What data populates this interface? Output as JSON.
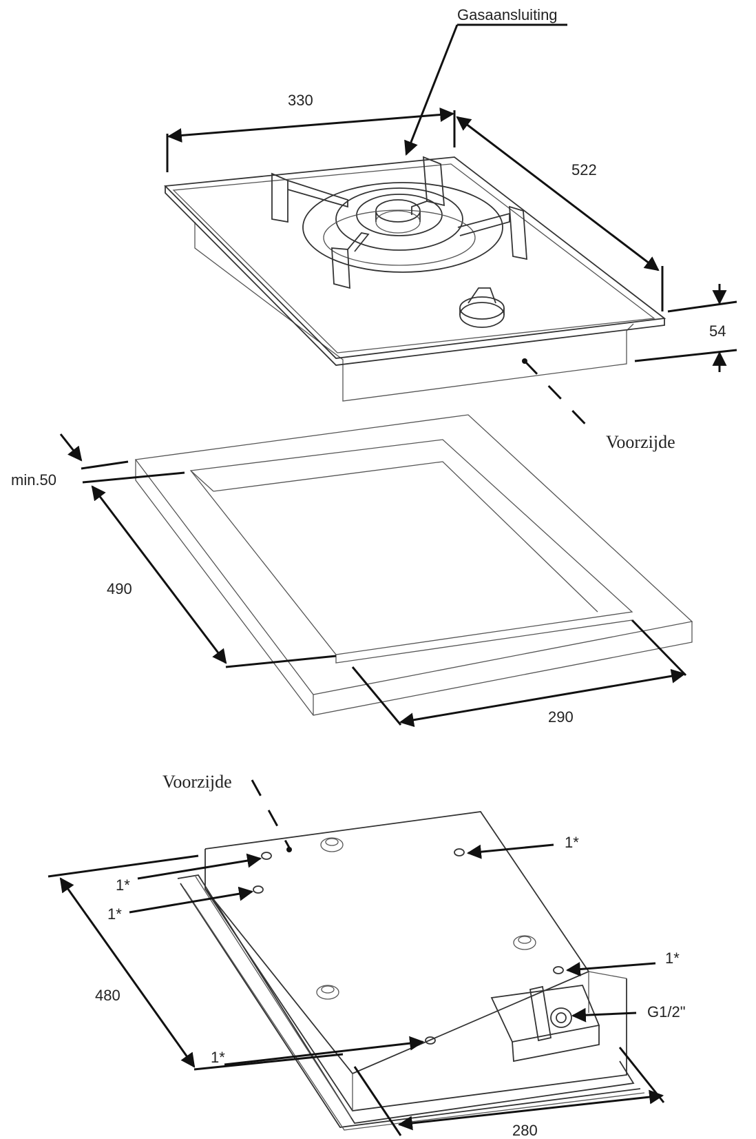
{
  "labels": {
    "gas_connection": "Gasaansluiting",
    "dim_width_top": "330",
    "dim_depth_top": "522",
    "dim_height": "54",
    "front_top": "Voorzijde",
    "dim_min": "min.50",
    "dim_cutout_depth": "490",
    "dim_cutout_width": "290",
    "front_bottom": "Voorzijde",
    "fix_1": "1*",
    "fix_2": "1*",
    "fix_3": "1*",
    "fix_4": "1*",
    "fix_5": "1*",
    "gas_thread": "G1/2\"",
    "dim_bottom_depth": "480",
    "dim_bottom_width": "280"
  }
}
